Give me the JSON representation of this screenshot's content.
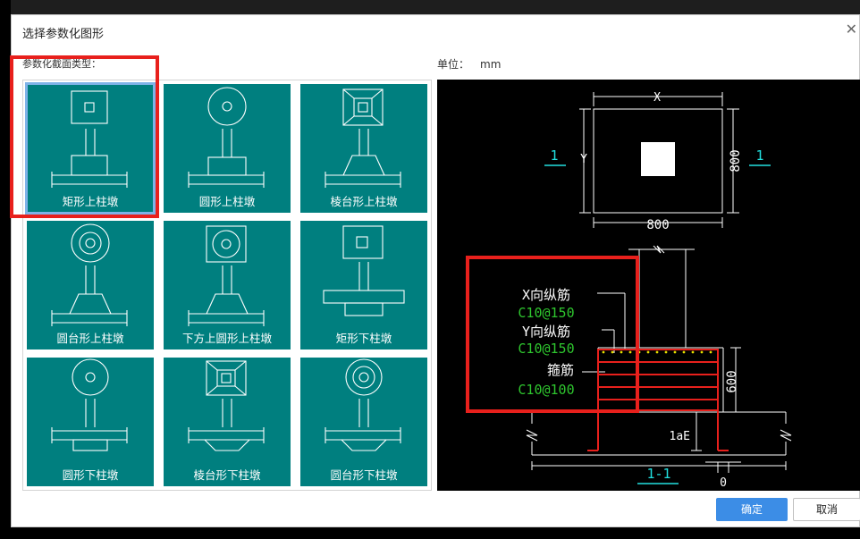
{
  "dialog": {
    "title": "选择参数化图形",
    "close_glyph": "✕"
  },
  "section_label": "参数化截面类型：",
  "unit": {
    "label": "单位：",
    "value": "mm"
  },
  "shapes": [
    {
      "label": "矩形上柱墩",
      "icon": "rect-upper-pier",
      "selected": true
    },
    {
      "label": "圆形上柱墩",
      "icon": "circle-upper-pier",
      "selected": false
    },
    {
      "label": "棱台形上柱墩",
      "icon": "frustum-upper-pier",
      "selected": false
    },
    {
      "label": "圆台形上柱墩",
      "icon": "cone-frustum-upper-pier",
      "selected": false
    },
    {
      "label": "下方上圆形上柱墩",
      "icon": "square-bottom-round-top-upper-pier",
      "selected": false
    },
    {
      "label": "矩形下柱墩",
      "icon": "rect-lower-pier",
      "selected": false
    },
    {
      "label": "圆形下柱墩",
      "icon": "circle-lower-pier",
      "selected": false
    },
    {
      "label": "棱台形下柱墩",
      "icon": "frustum-lower-pier",
      "selected": false
    },
    {
      "label": "圆台形下柱墩",
      "icon": "cone-frustum-lower-pier",
      "selected": false
    }
  ],
  "preview": {
    "dim_x": "X",
    "dim_y": "Y",
    "dim_800_bottom": "800",
    "dim_800_right": "800",
    "section_mark_left": "1",
    "section_mark_right": "1",
    "x_rebar_label": "X向纵筋",
    "x_rebar_value": "C10@150",
    "y_rebar_label": "Y向纵筋",
    "y_rebar_value": "C10@150",
    "stirrup_label": "箍筋",
    "stirrup_value": "C10@100",
    "dim_600": "600",
    "dim_lae": "1aE",
    "dim_0": "0",
    "section_title": "1-1",
    "colors": {
      "text": "#ffffff",
      "value": "#2ec52e",
      "mark": "#22e0e0",
      "rebar": "#e8201c"
    }
  },
  "buttons": {
    "ok": "确定",
    "cancel": "取消"
  }
}
